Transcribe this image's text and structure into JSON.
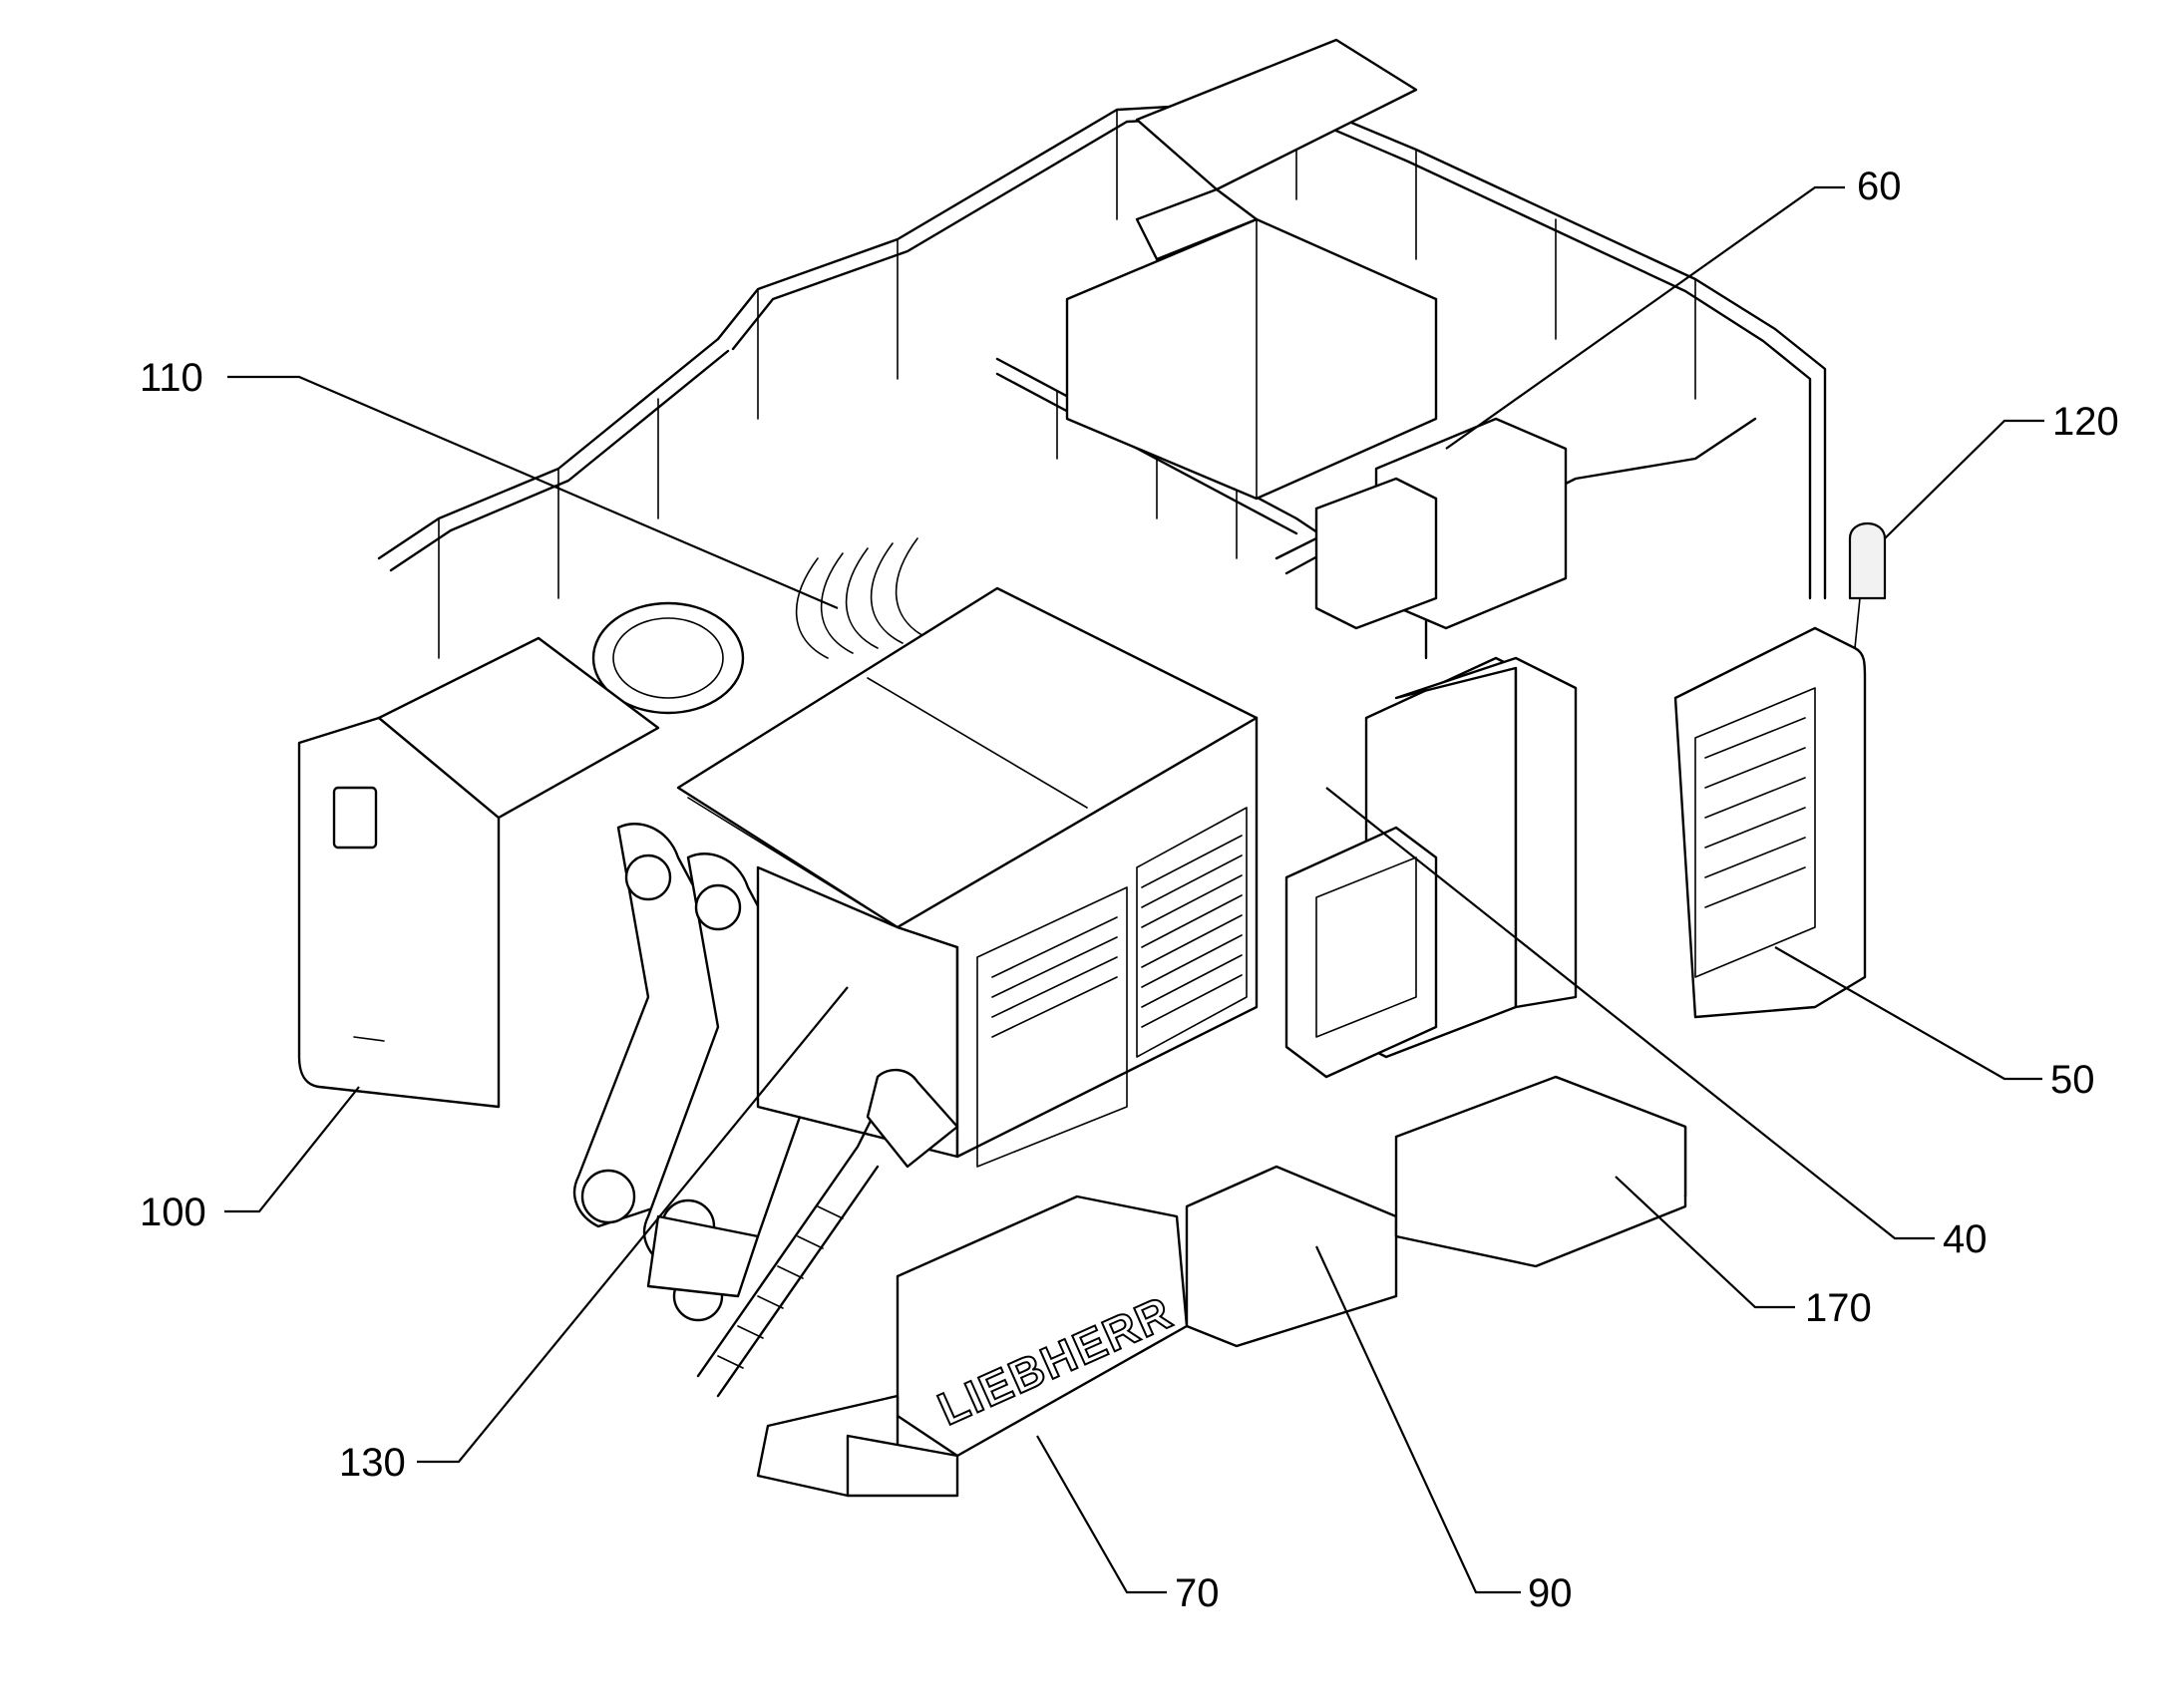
{
  "figure": {
    "brand_text": "LIEBHERR",
    "reference_labels": {
      "r40": "40",
      "r50": "50",
      "r60": "60",
      "r70": "70",
      "r90": "90",
      "r100": "100",
      "r110": "110",
      "r120": "120",
      "r130": "130",
      "r170": "170"
    }
  }
}
